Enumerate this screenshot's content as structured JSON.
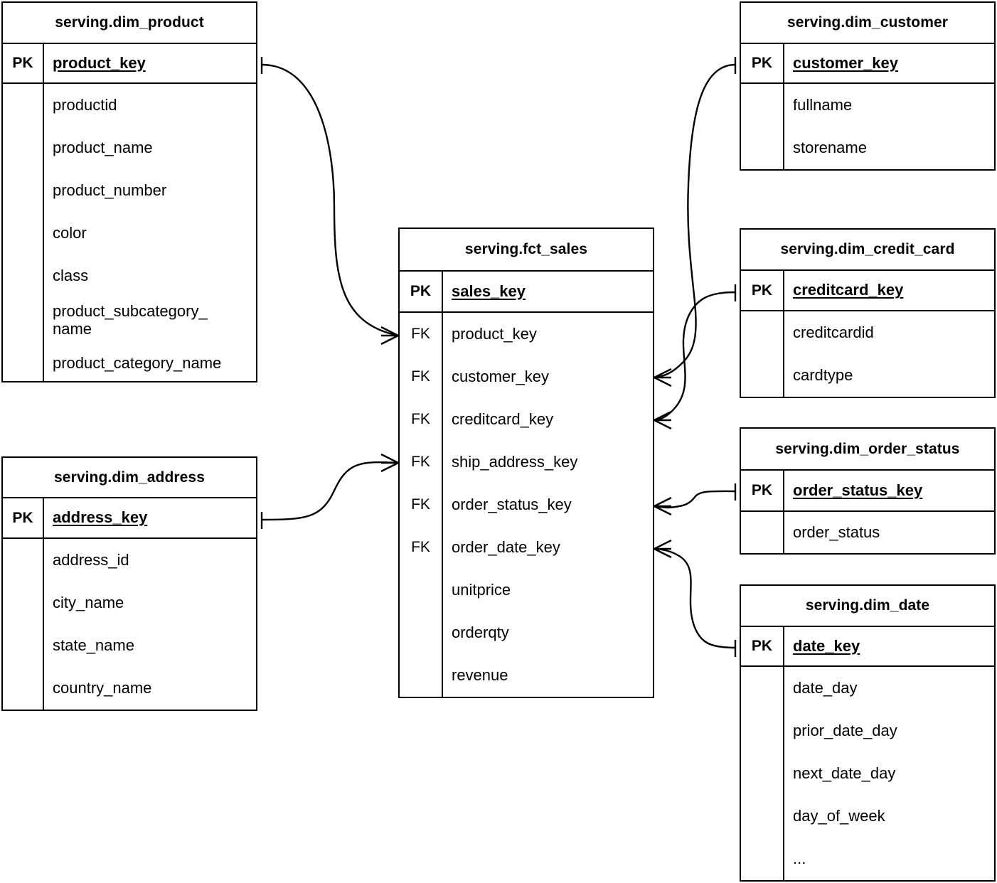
{
  "diagram": {
    "type": "entity-relationship-diagram",
    "notation": "crow's-foot",
    "background_color": "#ffffff",
    "line_color": "#000000"
  },
  "labels": {
    "pk": "PK",
    "fk": "FK"
  },
  "entities": {
    "dim_product": {
      "title": "serving.dim_product",
      "pk_label": "PK",
      "pk_field": "product_key",
      "attributes": [
        "productid",
        "product_name",
        "product_number",
        "color",
        "class",
        "product_subcategory_\nname",
        "product_category_name"
      ],
      "attributes_display": [
        "productid",
        "product_name",
        "product_number",
        "color",
        "class",
        "product_subcategory_ name",
        "product_category_name"
      ]
    },
    "dim_address": {
      "title": "serving.dim_address",
      "pk_label": "PK",
      "pk_field": "address_key",
      "attributes": [
        "address_id",
        "city_name",
        "state_name",
        "country_name"
      ]
    },
    "fct_sales": {
      "title": "serving.fct_sales",
      "pk_label": "PK",
      "pk_field": "sales_key",
      "rows": [
        {
          "key": "FK",
          "name": "product_key"
        },
        {
          "key": "FK",
          "name": "customer_key"
        },
        {
          "key": "FK",
          "name": "creditcard_key"
        },
        {
          "key": "FK",
          "name": "ship_address_key"
        },
        {
          "key": "FK",
          "name": "order_status_key"
        },
        {
          "key": "FK",
          "name": "order_date_key"
        },
        {
          "key": "",
          "name": "unitprice"
        },
        {
          "key": "",
          "name": "orderqty"
        },
        {
          "key": "",
          "name": "revenue"
        }
      ]
    },
    "dim_customer": {
      "title": "serving.dim_customer",
      "pk_label": "PK",
      "pk_field": "customer_key",
      "attributes": [
        "fullname",
        "storename"
      ]
    },
    "dim_credit_card": {
      "title": "serving.dim_credit_card",
      "pk_label": "PK",
      "pk_field": "creditcard_key",
      "attributes": [
        "creditcardid",
        "cardtype"
      ]
    },
    "dim_order_status": {
      "title": "serving.dim_order_status",
      "pk_label": "PK",
      "pk_field": "order_status_key",
      "attributes": [
        "order_status"
      ]
    },
    "dim_date": {
      "title": "serving.dim_date",
      "pk_label": "PK",
      "pk_field": "date_key",
      "attributes": [
        "date_day",
        "prior_date_day",
        "next_date_day",
        "day_of_week",
        "..."
      ]
    }
  },
  "relationships": [
    {
      "from": "serving.dim_product.product_key",
      "to": "serving.fct_sales.product_key",
      "from_cardinality": "one",
      "to_cardinality": "many"
    },
    {
      "from": "serving.dim_address.address_key",
      "to": "serving.fct_sales.ship_address_key",
      "from_cardinality": "one",
      "to_cardinality": "many"
    },
    {
      "from": "serving.dim_customer.customer_key",
      "to": "serving.fct_sales.customer_key",
      "from_cardinality": "one",
      "to_cardinality": "many"
    },
    {
      "from": "serving.dim_credit_card.creditcard_key",
      "to": "serving.fct_sales.creditcard_key",
      "from_cardinality": "one",
      "to_cardinality": "many"
    },
    {
      "from": "serving.dim_order_status.order_status_key",
      "to": "serving.fct_sales.order_status_key",
      "from_cardinality": "one",
      "to_cardinality": "many"
    },
    {
      "from": "serving.dim_date.date_key",
      "to": "serving.fct_sales.order_date_key",
      "from_cardinality": "one",
      "to_cardinality": "many"
    }
  ]
}
